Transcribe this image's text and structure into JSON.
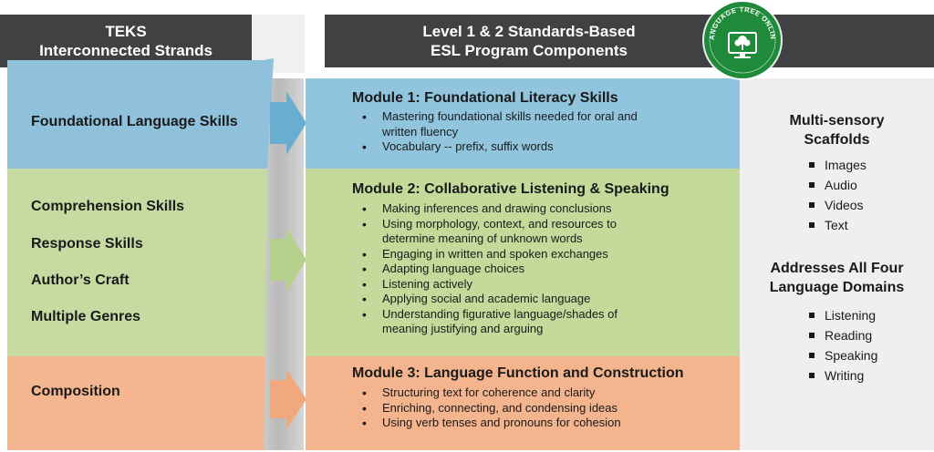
{
  "left_header": {
    "line1": "TEKS",
    "line2": "Interconnected Strands"
  },
  "right_header": {
    "line1": "Level 1 & 2 Standards-Based",
    "line2": "ESL Program Components"
  },
  "badge": {
    "arc_text": "LANGUAGE TREE ONLINE",
    "icon": "tree-on-screen-icon",
    "color": "#1e8a3a"
  },
  "strands": {
    "foundational": "Foundational Language Skills",
    "comprehension": "Comprehension Skills",
    "response": "Response Skills",
    "authors_craft": "Author’s Craft",
    "genres": "Multiple Genres",
    "composition": "Composition"
  },
  "modules": [
    {
      "title": "Module 1: Foundational Literacy Skills",
      "color": "#91c4dd",
      "bullets": [
        "Mastering foundational skills needed for oral and written fluency",
        "Vocabulary -- prefix, suffix words"
      ]
    },
    {
      "title": "Module 2: Collaborative Listening & Speaking",
      "color": "#c4da9b",
      "bullets": [
        "Making inferences and drawing conclusions",
        "Using morphology, context, and resources to determine meaning of unknown words",
        "Engaging in written and spoken exchanges",
        "Adapting language choices",
        "Listening actively",
        "Applying social and academic language",
        "Understanding figurative language/shades of meaning justifying and arguing"
      ]
    },
    {
      "title": "Module 3: Language Function and Construction",
      "color": "#f4b48e",
      "bullets": [
        "Structuring text for coherence and clarity",
        "Enriching, connecting, and condensing ideas",
        "Using verb tenses and pronouns for cohesion"
      ]
    }
  ],
  "right_panel": {
    "scaffolds_title": "Multi-sensory Scaffolds",
    "scaffolds": [
      "Images",
      "Audio",
      "Videos",
      "Text"
    ],
    "domains_title": "Addresses All Four Language Domains",
    "domains": [
      "Listening",
      "Reading",
      "Speaking",
      "Writing"
    ]
  }
}
